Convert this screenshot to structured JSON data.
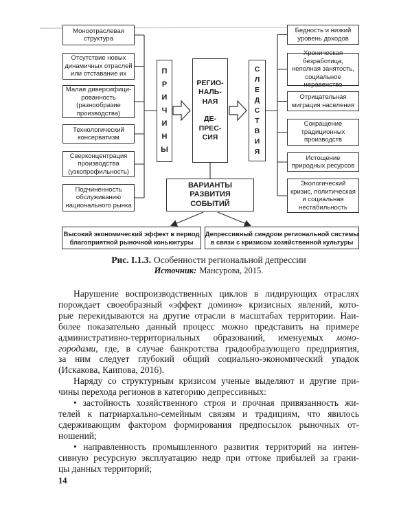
{
  "figure": {
    "left_items": [
      "Моноотраслевая структура",
      "Отсутствие новых динамичных отраслей или отставание их",
      "Малая диверсифици-рованность (разнообразие производства)",
      "Технологический консерватизм",
      "Сверконцентрация производства (узкопрофильность)",
      "Подчиненность обслуживанию национального рынка"
    ],
    "right_items": [
      "Бедность и низкий уровень доходов",
      "Хроническая безработица, неполная занятость, социальное неравенство",
      "Отрицательная миграция населения",
      "Сокращение традиционных производств",
      "Истощение природных ресурсов",
      "Экологический кризис, политическая и социальная нестабильность"
    ],
    "causes_word": [
      "П",
      "Р",
      "И",
      "Ч",
      "И",
      "Н",
      "Ы"
    ],
    "effects_word": [
      "С",
      "Л",
      "Е",
      "Д",
      "С",
      "Т",
      "В",
      "И",
      "Я"
    ],
    "center_top": [
      "РЕГИО-",
      "НАЛЬ-",
      "НАЯ"
    ],
    "center_bottom": [
      "ДЕ-",
      "ПРЕС-",
      "СИЯ"
    ],
    "variants_lines": [
      "ВАРИАНТЫ",
      "РАЗВИТИЯ",
      "СОБЫТИЙ"
    ],
    "outcome_left_lines": [
      "Высокий экономический эффект в период",
      "благоприятной рыночной коньюктуры"
    ],
    "outcome_right_lines": [
      "Депрессивный синдром региональной системы",
      "в связи с кризисом хозяйственной культуры"
    ],
    "caption": {
      "label": "Рис. I.1.3.",
      "title": "Особенности региональной депрессии",
      "source_label": "Источник:",
      "source_text": "Мансурова, 2015."
    }
  },
  "body": {
    "paragraphs": [
      {
        "lines": [
          "Нарушение воспроизводственных циклов в лидирующих отраслях",
          "порождает своеобразный «эффект домино» кризисных явлений, кото-",
          "рые перекидываются на другие отрасли в масштабах территории. Наи-",
          "более показательно данный процесс можно представить на примере",
          [
            {
              "t": "административно-территориальных образований, именуемых "
            },
            {
              "t": "моно-",
              "i": true
            }
          ],
          [
            {
              "t": "городами",
              "i": true
            },
            {
              "t": ", где, в случае банкротства градообразующего предприятия,"
            }
          ],
          "за ним следует глубокий общий социально-экономический упадок",
          "(Искакова, Каипова, 2016)."
        ]
      },
      {
        "lines": [
          "Наряду со структурным кризисом ученые выделяют и другие при-",
          "чины перехода регионов в категорию депрессивных:"
        ]
      },
      {
        "lines": [
          "• застойность хозяйственного строя и прочная привязанность жи-",
          "телей к патриархально-семейным связям и традициям, что явилось",
          "сдерживающим фактором формирования предпосылок рыночных от-",
          "ношений;"
        ]
      },
      {
        "lines": [
          "• направленность промышленного развития территорий на интен-",
          "сивную ресурсную эксплуатацию недр при оттоке прибылей за грани-",
          "цы данных территорий;"
        ]
      }
    ]
  },
  "page": {
    "number": "14"
  },
  "colors": {
    "ink": "#1c1c1c",
    "border": "#2e2e2e",
    "artifact": "#b5b5b5",
    "background": "#ffffff"
  }
}
